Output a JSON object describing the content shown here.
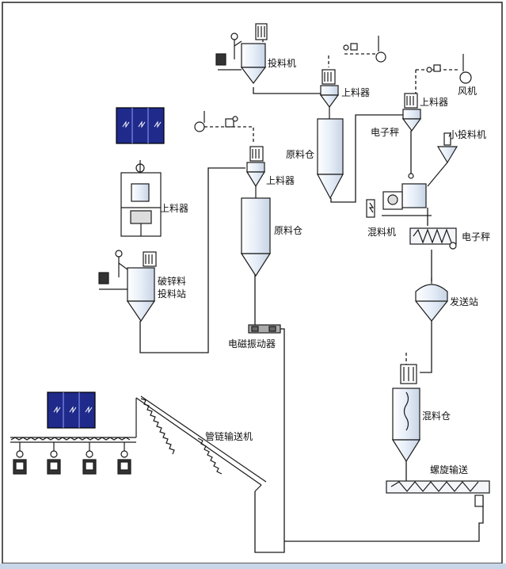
{
  "labels": {
    "feeder_top": "投料机",
    "loader_top": "上料器",
    "blower": "风机",
    "loader_right": "上料器",
    "scale_top": "电子秤",
    "small_feeder": "小投料机",
    "raw_bin_top": "原料仓",
    "loader_mid": "上料器",
    "loader_left": "上料器",
    "raw_bin_mid": "原料仓",
    "mixer": "混料机",
    "scale_mid": "电子秤",
    "zinc_station_line1": "破锌料",
    "zinc_station_line2": "投料站",
    "send_station": "发送站",
    "vibrator": "电磁振动器",
    "mix_bin": "混料仓",
    "chain_conveyor": "管链输送机",
    "screw_conveyor": "螺旋输送"
  },
  "colors": {
    "line": "#1a1a1a",
    "vessel_fill": "#e8f0f8",
    "panel_fill": "#1f2a8a",
    "panel_line": "#8fa0ff"
  }
}
